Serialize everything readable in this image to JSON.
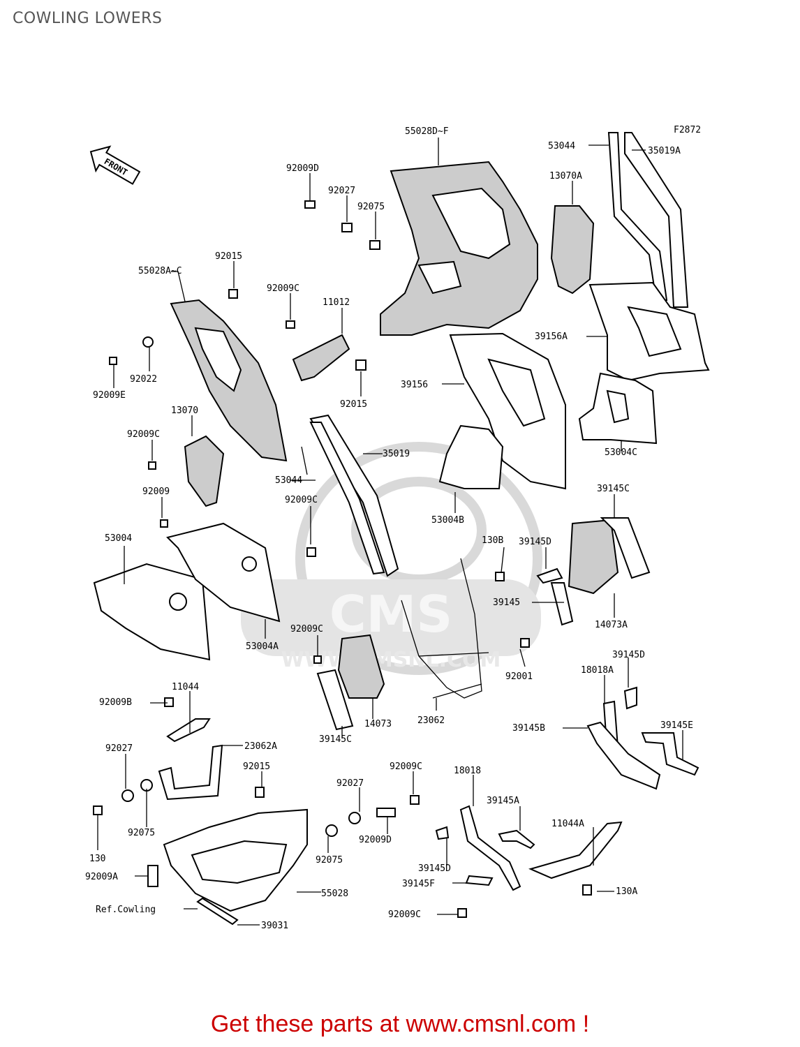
{
  "page": {
    "title": "COWLING LOWERS"
  },
  "diagram": {
    "figure_code": "F2872",
    "front_arrow": "FRONT",
    "ref_label": "Ref.Cowling",
    "parts": [
      "55028D~F",
      "53044",
      "35019A",
      "13070A",
      "92009D",
      "92027",
      "92075",
      "55028A~C",
      "92015",
      "92009C",
      "11012",
      "39156A",
      "92022",
      "92009E",
      "39156",
      "92015",
      "13070",
      "35019",
      "92009C",
      "53004C",
      "92009",
      "53044",
      "92009C",
      "39145C",
      "53004B",
      "53004",
      "130B",
      "39145D",
      "39145",
      "14073A",
      "53004A",
      "92009C",
      "92001",
      "39145D",
      "18018A",
      "11044",
      "92009B",
      "39145E",
      "39145B",
      "23062A",
      "14073",
      "23062",
      "92027",
      "39145C",
      "92015",
      "92009C",
      "18018",
      "92027",
      "39145A",
      "130",
      "92075",
      "11044A",
      "92009D",
      "92075",
      "92009A",
      "39145D",
      "55028",
      "39145F",
      "130A",
      "Ref.Cowling",
      "92009C",
      "39031"
    ]
  },
  "watermark": {
    "brand": "CMS",
    "url": "WWW.CMSNL.COM"
  },
  "footer": {
    "text": "Get these parts at www.cmsnl.com !",
    "color": "#cc0000"
  }
}
